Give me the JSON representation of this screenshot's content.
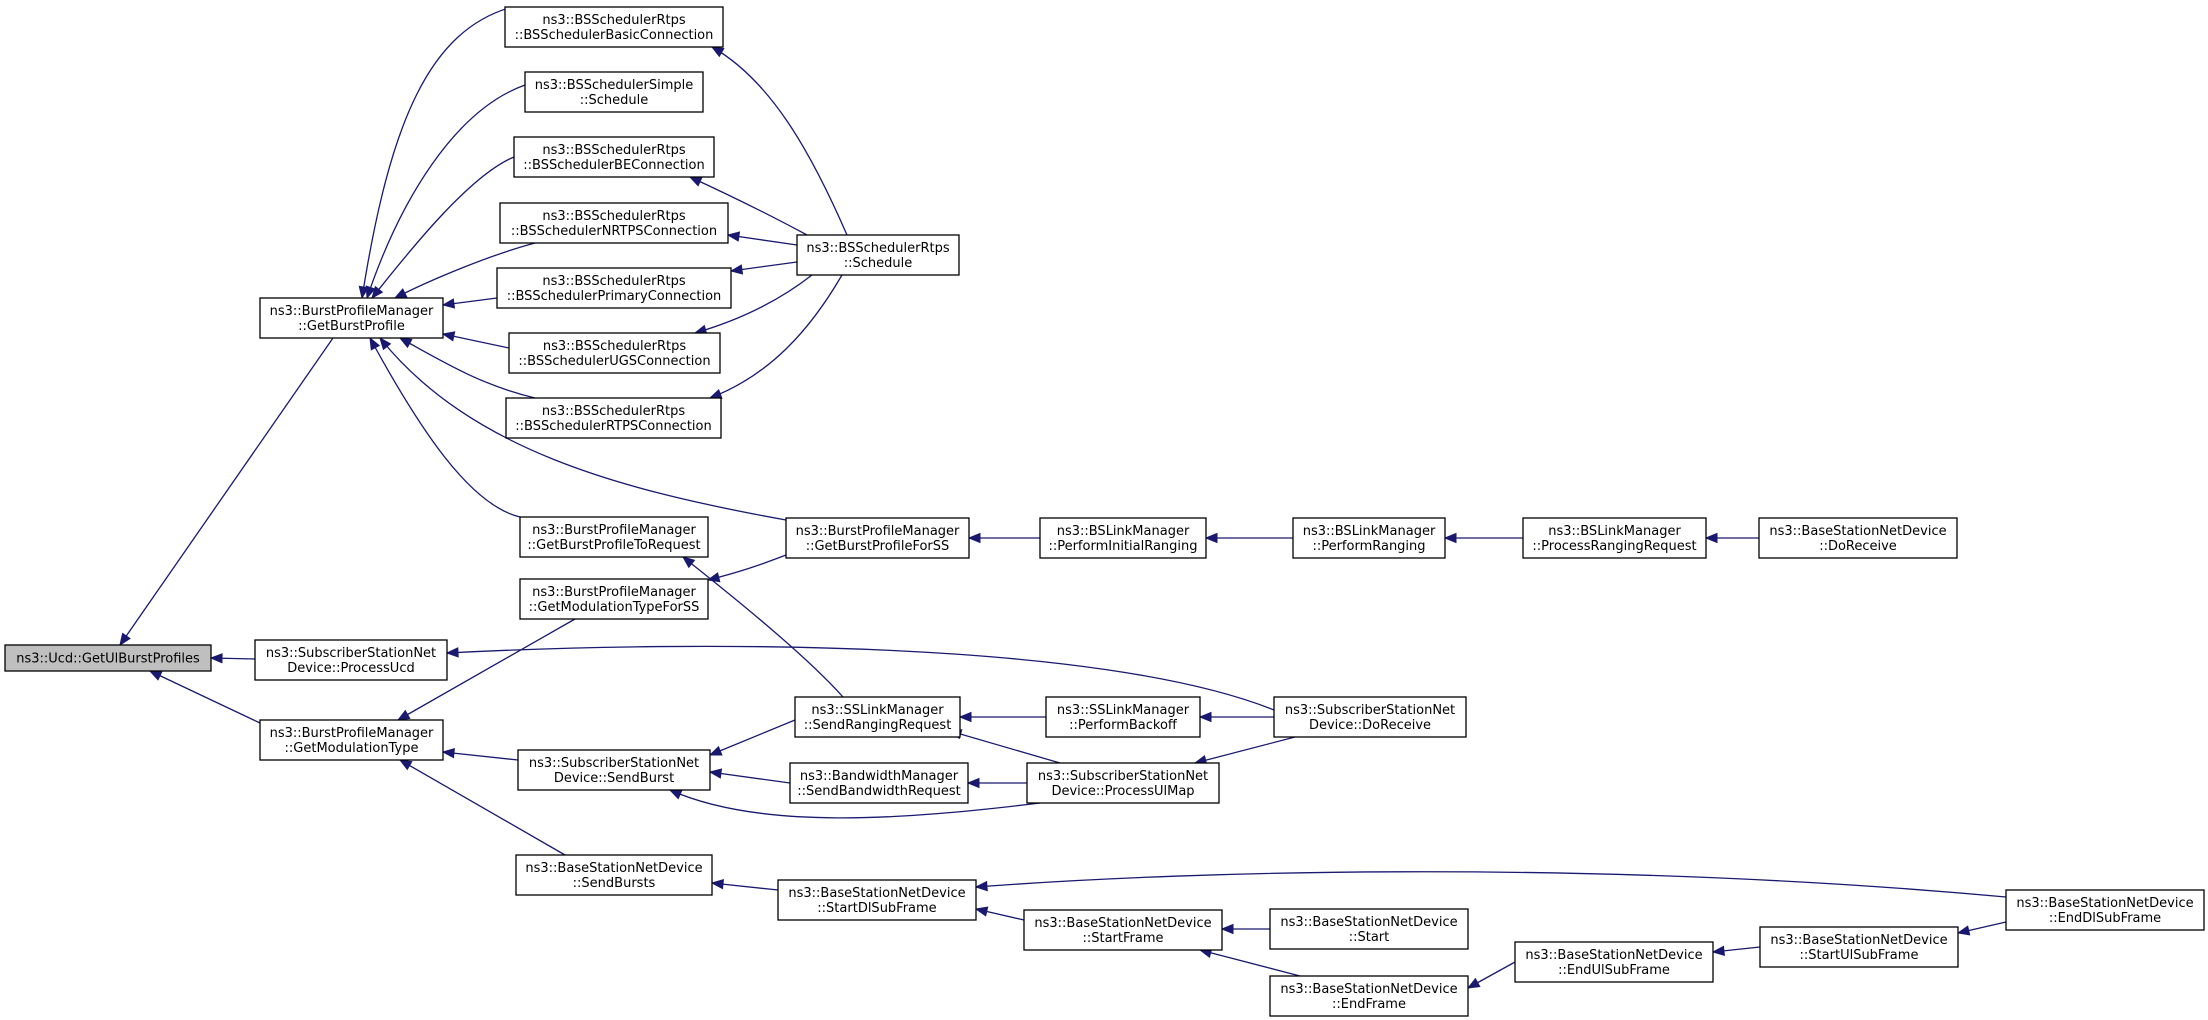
{
  "colors": {
    "edge": "#191970",
    "root_fill": "#bfbfbf",
    "node_fill": "#ffffff",
    "node_border": "#000000"
  },
  "nodes": [
    {
      "id": "ucd_getulburstprofiles",
      "lines": [
        "ns3::Ucd::GetUlBurstProfiles"
      ],
      "root": true
    },
    {
      "id": "bpm_getburstprofile",
      "lines": [
        "ns3::BurstProfileManager",
        "::GetBurstProfile"
      ]
    },
    {
      "id": "ssnd_processucd",
      "lines": [
        "ns3::SubscriberStationNet",
        "Device::ProcessUcd"
      ]
    },
    {
      "id": "bpm_getmodulationtype",
      "lines": [
        "ns3::BurstProfileManager",
        "::GetModulationType"
      ]
    },
    {
      "id": "bsrtps_basic",
      "lines": [
        "ns3::BSSchedulerRtps",
        "::BSSchedulerBasicConnection"
      ]
    },
    {
      "id": "bssimple_schedule",
      "lines": [
        "ns3::BSSchedulerSimple",
        "::Schedule"
      ]
    },
    {
      "id": "bsrtps_be",
      "lines": [
        "ns3::BSSchedulerRtps",
        "::BSSchedulerBEConnection"
      ]
    },
    {
      "id": "bsrtps_nrtps",
      "lines": [
        "ns3::BSSchedulerRtps",
        "::BSSchedulerNRTPSConnection"
      ]
    },
    {
      "id": "bsrtps_primary",
      "lines": [
        "ns3::BSSchedulerRtps",
        "::BSSchedulerPrimaryConnection"
      ]
    },
    {
      "id": "bsrtps_ugs",
      "lines": [
        "ns3::BSSchedulerRtps",
        "::BSSchedulerUGSConnection"
      ]
    },
    {
      "id": "bsrtps_rtps",
      "lines": [
        "ns3::BSSchedulerRtps",
        "::BSSchedulerRTPSConnection"
      ]
    },
    {
      "id": "bpm_getburstprofiletorequest",
      "lines": [
        "ns3::BurstProfileManager",
        "::GetBurstProfileToRequest"
      ]
    },
    {
      "id": "bpm_getmodulationtypeforss",
      "lines": [
        "ns3::BurstProfileManager",
        "::GetModulationTypeForSS"
      ]
    },
    {
      "id": "ssnd_sendburst",
      "lines": [
        "ns3::SubscriberStationNet",
        "Device::SendBurst"
      ]
    },
    {
      "id": "bsnd_sendbursts",
      "lines": [
        "ns3::BaseStationNetDevice",
        "::SendBursts"
      ]
    },
    {
      "id": "bsrtps_schedule",
      "lines": [
        "ns3::BSSchedulerRtps",
        "::Schedule"
      ]
    },
    {
      "id": "bpm_getburstprofileforss",
      "lines": [
        "ns3::BurstProfileManager",
        "::GetBurstProfileForSS"
      ]
    },
    {
      "id": "sslm_sendrangingrequest",
      "lines": [
        "ns3::SSLinkManager",
        "::SendRangingRequest"
      ]
    },
    {
      "id": "bwm_sendbandwidthrequest",
      "lines": [
        "ns3::BandwidthManager",
        "::SendBandwidthRequest"
      ]
    },
    {
      "id": "bsnd_startdlsubframe",
      "lines": [
        "ns3::BaseStationNetDevice",
        "::StartDlSubFrame"
      ]
    },
    {
      "id": "bslm_performinitialranging",
      "lines": [
        "ns3::BSLinkManager",
        "::PerformInitialRanging"
      ]
    },
    {
      "id": "sslm_performbackoff",
      "lines": [
        "ns3::SSLinkManager",
        "::PerformBackoff"
      ]
    },
    {
      "id": "ssnd_processulmap",
      "lines": [
        "ns3::SubscriberStationNet",
        "Device::ProcessUlMap"
      ]
    },
    {
      "id": "bsnd_startframe",
      "lines": [
        "ns3::BaseStationNetDevice",
        "::StartFrame"
      ]
    },
    {
      "id": "bslm_performranging",
      "lines": [
        "ns3::BSLinkManager",
        "::PerformRanging"
      ]
    },
    {
      "id": "ssnd_doreceive",
      "lines": [
        "ns3::SubscriberStationNet",
        "Device::DoReceive"
      ]
    },
    {
      "id": "bsnd_start",
      "lines": [
        "ns3::BaseStationNetDevice",
        "::Start"
      ]
    },
    {
      "id": "bsnd_endframe",
      "lines": [
        "ns3::BaseStationNetDevice",
        "::EndFrame"
      ]
    },
    {
      "id": "bslm_processrangingrequest",
      "lines": [
        "ns3::BSLinkManager",
        "::ProcessRangingRequest"
      ]
    },
    {
      "id": "bsnd_endulsubframe",
      "lines": [
        "ns3::BaseStationNetDevice",
        "::EndUlSubFrame"
      ]
    },
    {
      "id": "bsnd_doreceive",
      "lines": [
        "ns3::BaseStationNetDevice",
        "::DoReceive"
      ]
    },
    {
      "id": "bsnd_startulsubframe",
      "lines": [
        "ns3::BaseStationNetDevice",
        "::StartUlSubFrame"
      ]
    },
    {
      "id": "bsnd_enddlsubframe",
      "lines": [
        "ns3::BaseStationNetDevice",
        "::EndDlSubFrame"
      ]
    }
  ],
  "edges": [
    {
      "from": "bpm_getburstprofile",
      "to": "ucd_getulburstprofiles"
    },
    {
      "from": "ssnd_processucd",
      "to": "ucd_getulburstprofiles"
    },
    {
      "from": "bpm_getmodulationtype",
      "to": "ucd_getulburstprofiles"
    },
    {
      "from": "bsrtps_basic",
      "to": "bpm_getburstprofile"
    },
    {
      "from": "bssimple_schedule",
      "to": "bpm_getburstprofile"
    },
    {
      "from": "bsrtps_be",
      "to": "bpm_getburstprofile"
    },
    {
      "from": "bsrtps_nrtps",
      "to": "bpm_getburstprofile"
    },
    {
      "from": "bsrtps_primary",
      "to": "bpm_getburstprofile"
    },
    {
      "from": "bsrtps_ugs",
      "to": "bpm_getburstprofile"
    },
    {
      "from": "bsrtps_rtps",
      "to": "bpm_getburstprofile"
    },
    {
      "from": "bpm_getburstprofiletorequest",
      "to": "bpm_getburstprofile"
    },
    {
      "from": "bpm_getburstprofileforss",
      "to": "bpm_getburstprofile"
    },
    {
      "from": "bsrtps_schedule",
      "to": "bsrtps_basic"
    },
    {
      "from": "bsrtps_schedule",
      "to": "bsrtps_be"
    },
    {
      "from": "bsrtps_schedule",
      "to": "bsrtps_nrtps"
    },
    {
      "from": "bsrtps_schedule",
      "to": "bsrtps_primary"
    },
    {
      "from": "bsrtps_schedule",
      "to": "bsrtps_ugs"
    },
    {
      "from": "bsrtps_schedule",
      "to": "bsrtps_rtps"
    },
    {
      "from": "ssnd_doreceive",
      "to": "ssnd_processucd"
    },
    {
      "from": "bpm_getmodulationtypeforss",
      "to": "bpm_getmodulationtype"
    },
    {
      "from": "ssnd_sendburst",
      "to": "bpm_getmodulationtype"
    },
    {
      "from": "bsnd_sendbursts",
      "to": "bpm_getmodulationtype"
    },
    {
      "from": "sslm_sendrangingrequest",
      "to": "bpm_getburstprofiletorequest"
    },
    {
      "from": "bpm_getburstprofileforss",
      "to": "bpm_getmodulationtypeforss"
    },
    {
      "from": "bslm_performinitialranging",
      "to": "bpm_getburstprofileforss"
    },
    {
      "from": "bslm_performranging",
      "to": "bslm_performinitialranging"
    },
    {
      "from": "bslm_processrangingrequest",
      "to": "bslm_performranging"
    },
    {
      "from": "bsnd_doreceive",
      "to": "bslm_processrangingrequest"
    },
    {
      "from": "sslm_sendrangingrequest",
      "to": "ssnd_sendburst"
    },
    {
      "from": "bwm_sendbandwidthrequest",
      "to": "ssnd_sendburst"
    },
    {
      "from": "ssnd_processulmap",
      "to": "ssnd_sendburst"
    },
    {
      "from": "sslm_performbackoff",
      "to": "sslm_sendrangingrequest"
    },
    {
      "from": "ssnd_processulmap",
      "to": "sslm_sendrangingrequest"
    },
    {
      "from": "ssnd_doreceive",
      "to": "sslm_performbackoff"
    },
    {
      "from": "ssnd_processulmap",
      "to": "bwm_sendbandwidthrequest"
    },
    {
      "from": "ssnd_doreceive",
      "to": "ssnd_processulmap"
    },
    {
      "from": "bsnd_startdlsubframe",
      "to": "bsnd_sendbursts"
    },
    {
      "from": "bsnd_startframe",
      "to": "bsnd_startdlsubframe"
    },
    {
      "from": "bsnd_enddlsubframe",
      "to": "bsnd_startdlsubframe"
    },
    {
      "from": "bsnd_start",
      "to": "bsnd_startframe"
    },
    {
      "from": "bsnd_endframe",
      "to": "bsnd_startframe"
    },
    {
      "from": "bsnd_endulsubframe",
      "to": "bsnd_endframe"
    },
    {
      "from": "bsnd_startulsubframe",
      "to": "bsnd_endulsubframe"
    },
    {
      "from": "bsnd_enddlsubframe",
      "to": "bsnd_startulsubframe"
    }
  ]
}
